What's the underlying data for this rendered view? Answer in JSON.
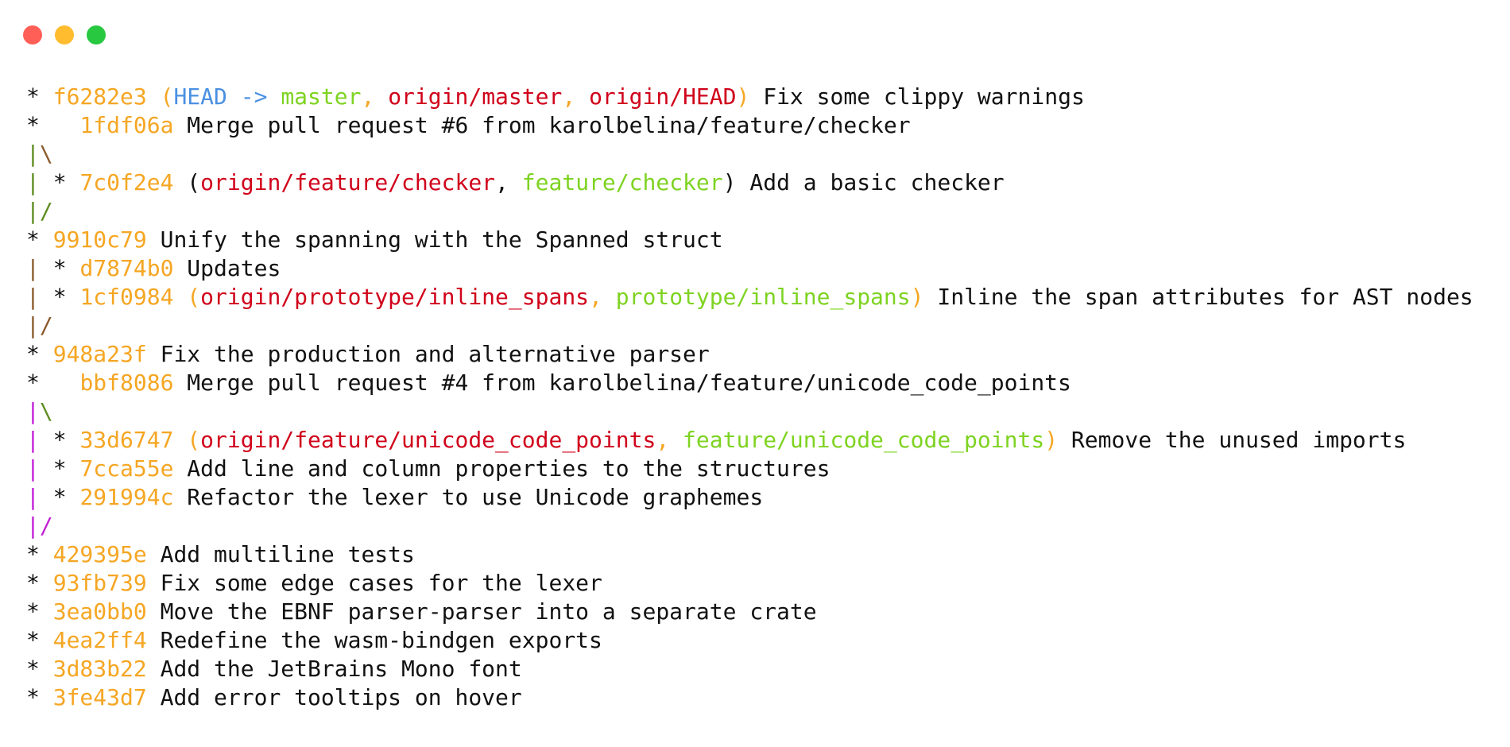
{
  "window": {
    "controls": [
      {
        "name": "close",
        "color": "#ff5f57"
      },
      {
        "name": "minimize",
        "color": "#febc2e"
      },
      {
        "name": "maximize",
        "color": "#28c840"
      }
    ]
  },
  "colors": {
    "text": "#111111",
    "hash": "#f5a623",
    "head": "#4a90e2",
    "local": "#7ed321",
    "remote": "#d0021b",
    "graph_green": "#5e8c1f",
    "graph_brown": "#8b5a2b",
    "graph_magenta": "#c21fd6"
  },
  "lines": [
    [
      [
        "* ",
        "text"
      ],
      [
        "f6282e3",
        "hash"
      ],
      [
        " (",
        "hash"
      ],
      [
        "HEAD -> ",
        "head"
      ],
      [
        "master",
        "local"
      ],
      [
        ", ",
        "hash"
      ],
      [
        "origin/master",
        "remote"
      ],
      [
        ", ",
        "hash"
      ],
      [
        "origin/HEAD",
        "remote"
      ],
      [
        ")",
        "hash"
      ],
      [
        " Fix some clippy warnings",
        "text"
      ]
    ],
    [
      [
        "*   ",
        "text"
      ],
      [
        "1fdf06a",
        "hash"
      ],
      [
        " Merge pull request #6 from karolbelina/feature/checker",
        "text"
      ]
    ],
    [
      [
        "|",
        "graph_green"
      ],
      [
        "\\",
        "graph_brown"
      ]
    ],
    [
      [
        "|",
        "graph_green"
      ],
      [
        " * ",
        "text"
      ],
      [
        "7c0f2e4",
        "hash"
      ],
      [
        " (",
        "text"
      ],
      [
        "origin/feature/checker",
        "remote"
      ],
      [
        ", ",
        "text"
      ],
      [
        "feature/checker",
        "local"
      ],
      [
        ")",
        "text"
      ],
      [
        " Add a basic checker",
        "text"
      ]
    ],
    [
      [
        "|/",
        "graph_green"
      ]
    ],
    [
      [
        "* ",
        "text"
      ],
      [
        "9910c79",
        "hash"
      ],
      [
        " Unify the spanning with the Spanned struct",
        "text"
      ]
    ],
    [
      [
        "|",
        "graph_brown"
      ],
      [
        " * ",
        "text"
      ],
      [
        "d7874b0",
        "hash"
      ],
      [
        " Updates",
        "text"
      ]
    ],
    [
      [
        "|",
        "graph_brown"
      ],
      [
        " * ",
        "text"
      ],
      [
        "1cf0984",
        "hash"
      ],
      [
        " (",
        "hash"
      ],
      [
        "origin/prototype/inline_spans",
        "remote"
      ],
      [
        ", ",
        "hash"
      ],
      [
        "prototype/inline_spans",
        "local"
      ],
      [
        ")",
        "hash"
      ],
      [
        " Inline the span attributes for AST nodes",
        "text"
      ]
    ],
    [
      [
        "|/",
        "graph_brown"
      ]
    ],
    [
      [
        "* ",
        "text"
      ],
      [
        "948a23f",
        "hash"
      ],
      [
        " Fix the production and alternative parser",
        "text"
      ]
    ],
    [
      [
        "*   ",
        "text"
      ],
      [
        "bbf8086",
        "hash"
      ],
      [
        " Merge pull request #4 from karolbelina/feature/unicode_code_points",
        "text"
      ]
    ],
    [
      [
        "|",
        "graph_magenta"
      ],
      [
        "\\",
        "graph_green"
      ]
    ],
    [
      [
        "|",
        "graph_magenta"
      ],
      [
        " * ",
        "text"
      ],
      [
        "33d6747",
        "hash"
      ],
      [
        " (",
        "hash"
      ],
      [
        "origin/feature/unicode_code_points",
        "remote"
      ],
      [
        ", ",
        "hash"
      ],
      [
        "feature/unicode_code_points",
        "local"
      ],
      [
        ")",
        "hash"
      ],
      [
        " Remove the unused imports",
        "text"
      ]
    ],
    [
      [
        "|",
        "graph_magenta"
      ],
      [
        " * ",
        "text"
      ],
      [
        "7cca55e",
        "hash"
      ],
      [
        " Add line and column properties to the structures",
        "text"
      ]
    ],
    [
      [
        "|",
        "graph_magenta"
      ],
      [
        " * ",
        "text"
      ],
      [
        "291994c",
        "hash"
      ],
      [
        " Refactor the lexer to use Unicode graphemes",
        "text"
      ]
    ],
    [
      [
        "|/",
        "graph_magenta"
      ]
    ],
    [
      [
        "* ",
        "text"
      ],
      [
        "429395e",
        "hash"
      ],
      [
        " Add multiline tests",
        "text"
      ]
    ],
    [
      [
        "* ",
        "text"
      ],
      [
        "93fb739",
        "hash"
      ],
      [
        " Fix some edge cases for the lexer",
        "text"
      ]
    ],
    [
      [
        "* ",
        "text"
      ],
      [
        "3ea0bb0",
        "hash"
      ],
      [
        " Move the EBNF parser-parser into a separate crate",
        "text"
      ]
    ],
    [
      [
        "* ",
        "text"
      ],
      [
        "4ea2ff4",
        "hash"
      ],
      [
        " Redefine the wasm-bindgen exports",
        "text"
      ]
    ],
    [
      [
        "* ",
        "text"
      ],
      [
        "3d83b22",
        "hash"
      ],
      [
        " Add the JetBrains Mono font",
        "text"
      ]
    ],
    [
      [
        "* ",
        "text"
      ],
      [
        "3fe43d7",
        "hash"
      ],
      [
        " Add error tooltips on hover",
        "text"
      ]
    ]
  ]
}
